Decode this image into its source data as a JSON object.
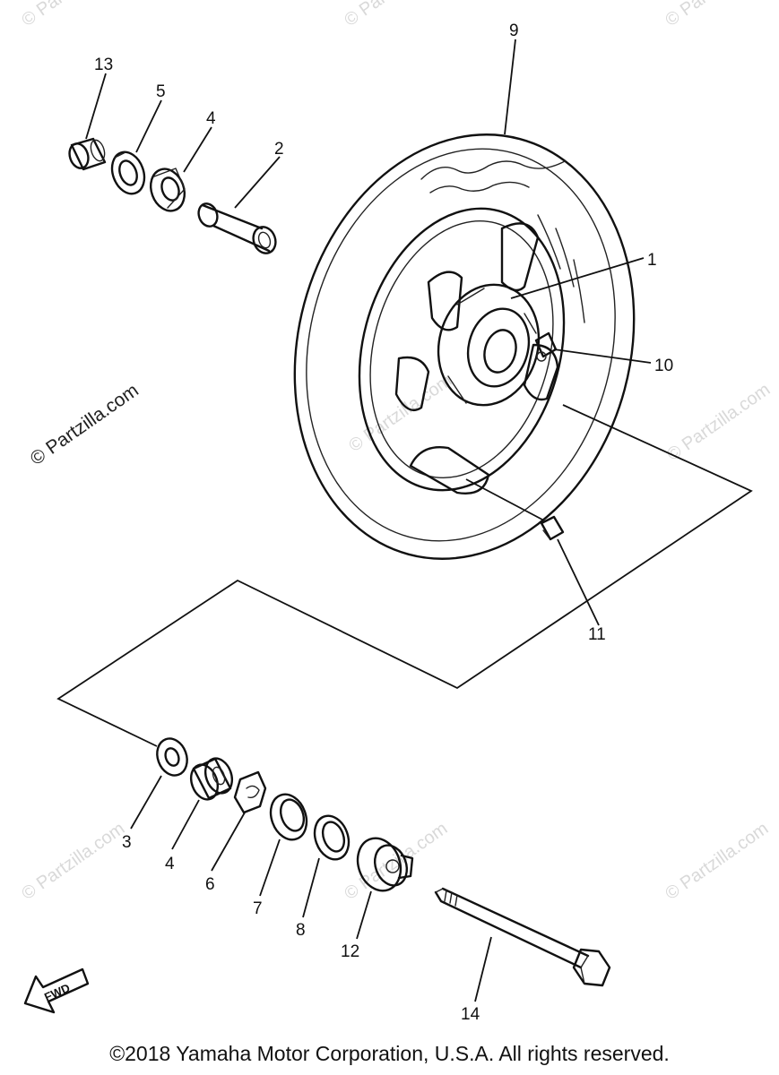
{
  "watermark": "© Partzilla.com",
  "callouts": {
    "p1": "1",
    "p2": "2",
    "p3": "3",
    "p4a": "4",
    "p4b": "4",
    "p5": "5",
    "p6": "6",
    "p7": "7",
    "p8": "8",
    "p9": "9",
    "p10": "10",
    "p11": "11",
    "p12": "12",
    "p13": "13",
    "p14": "14"
  },
  "fwd_label": "FWD",
  "copyright": "©2018 Yamaha Motor Corporation, U.S.A. All rights reserved."
}
